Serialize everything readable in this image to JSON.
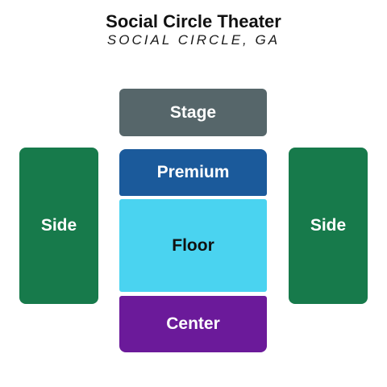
{
  "header": {
    "title": "Social Circle Theater",
    "subtitle": "SOCIAL CIRCLE, GA"
  },
  "sections": {
    "stage": {
      "label": "Stage",
      "color": "#56666a"
    },
    "premium": {
      "label": "Premium",
      "color": "#1b5a9b"
    },
    "floor": {
      "label": "Floor",
      "color": "#4ad3f0"
    },
    "center": {
      "label": "Center",
      "color": "#6b1a9a"
    },
    "side_left": {
      "label": "Side",
      "color": "#177a4b"
    },
    "side_right": {
      "label": "Side",
      "color": "#177a4b"
    }
  }
}
